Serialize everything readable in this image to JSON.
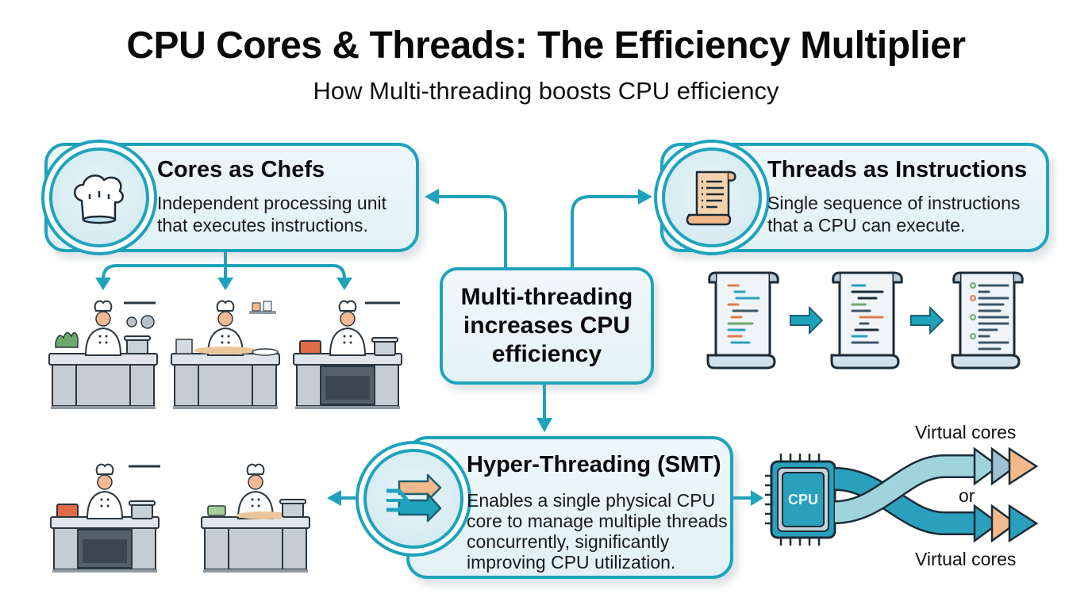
{
  "header": {
    "title": "CPU Cores & Threads: The Efficiency Multiplier",
    "subtitle": "How Multi-threading boosts CPU efficiency"
  },
  "cores_card": {
    "icon": "chef-hat-icon",
    "title": "Cores as Chefs",
    "text_line1": "Independent processing unit",
    "text_line2": "that executes instructions."
  },
  "threads_card": {
    "icon": "scroll-icon",
    "title": "Threads as Instructions",
    "text_line1": "Single sequence of instructions",
    "text_line2": "that a CPU can execute."
  },
  "center": {
    "line1": "Multi-threading",
    "line2": "increases CPU",
    "line3": "efficiency"
  },
  "smt_card": {
    "icon": "merge-arrows-icon",
    "title": "Hyper-Threading (SMT)",
    "text_line1": "Enables a single physical CPU",
    "text_line2": "core to manage multiple threads",
    "text_line3": "concurrently, significantly",
    "text_line4": "improving CPU utilization."
  },
  "cpu_diagram": {
    "chip_label": "CPU",
    "top_label": "Virtual cores",
    "middle_label": "or",
    "bottom_label": "Virtual cores"
  },
  "illustrations": {
    "top_kitchens": [
      "chef-chopping-vegetables",
      "chef-mixing-bowl",
      "chef-cooking-at-stove"
    ],
    "bottom_kitchens": [
      "chef-cooking-at-stove",
      "chef-chopping-vegetables"
    ],
    "scrolls": [
      "code-scroll",
      "code-scroll",
      "checklist-scroll"
    ]
  },
  "colors": {
    "accent": "#1ea3bc",
    "card_bg": "#e6f3f7",
    "orange": "#f4b98a",
    "steel": "#a9b4bd",
    "text": "#111111"
  }
}
